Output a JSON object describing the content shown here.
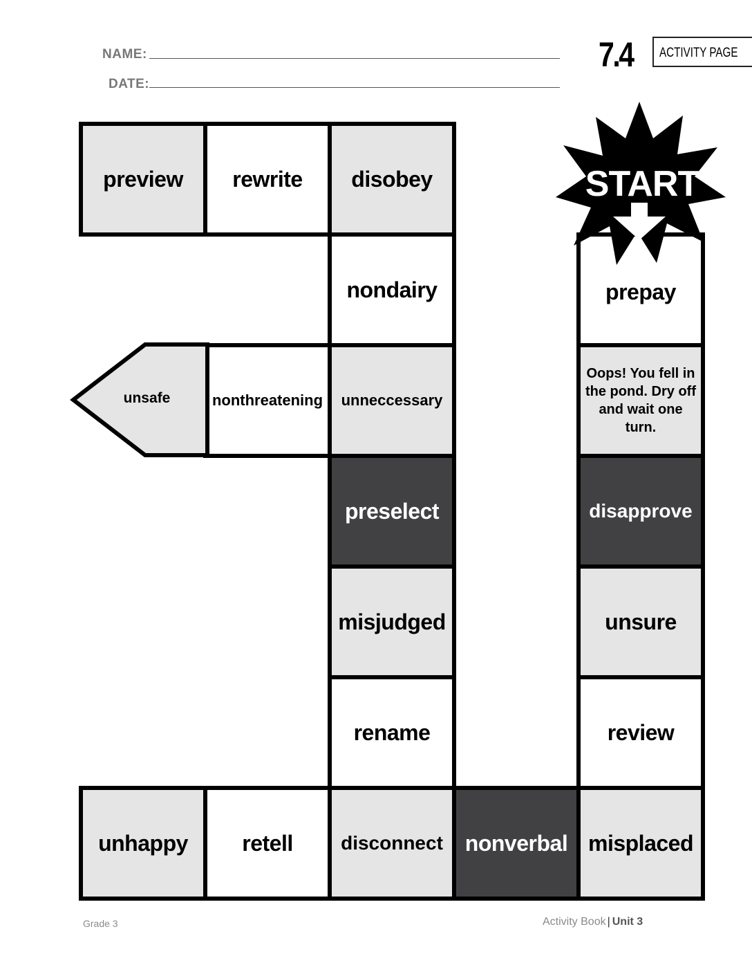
{
  "header": {
    "name_label": "NAME:",
    "date_label": "DATE:",
    "activity_number": "7.4",
    "activity_label": "ACTIVITY PAGE"
  },
  "board": {
    "start_label": "START",
    "spaces": {
      "preview": "preview",
      "rewrite": "rewrite",
      "disobey": "disobey",
      "nondairy": "nondairy",
      "prepay": "prepay",
      "unsafe": "unsafe",
      "nonthreatening": "nonthreatening",
      "unneccessary": "unneccessary",
      "oops": "Oops! You fell in the pond. Dry off and wait one turn.",
      "preselect": "preselect",
      "disapprove": "disapprove",
      "misjudged": "misjudged",
      "unsure": "unsure",
      "rename": "rename",
      "review": "review",
      "unhappy": "unhappy",
      "retell": "retell",
      "disconnect": "disconnect",
      "nonverbal": "nonverbal",
      "misplaced": "misplaced"
    },
    "colors": {
      "light": "#e5e5e6",
      "white": "#ffffff",
      "dark": "#414143",
      "border": "#000000"
    }
  },
  "footer": {
    "grade": "Grade 3",
    "book": "Activity Book",
    "separator": "|",
    "unit": "Unit 3"
  }
}
